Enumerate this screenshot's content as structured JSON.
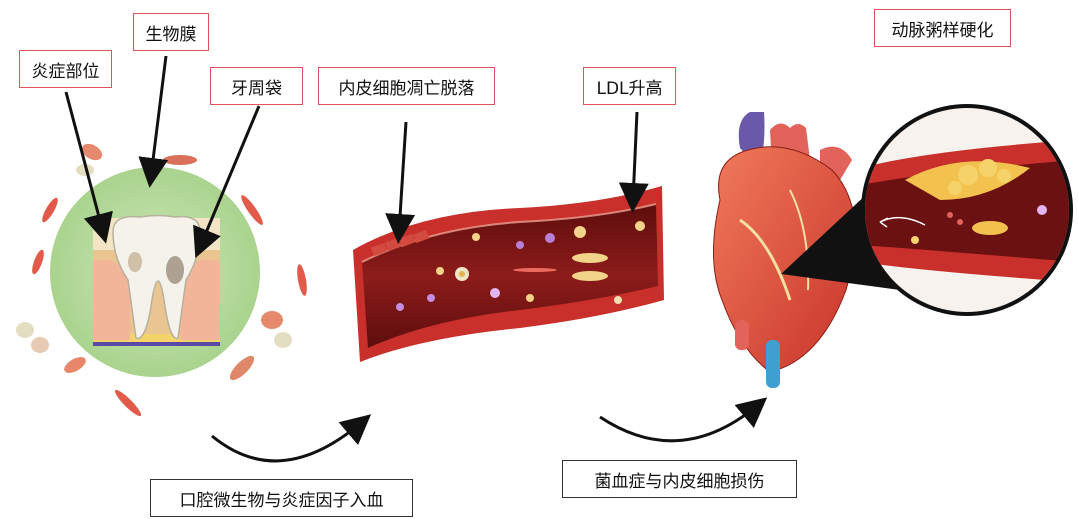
{
  "labels": {
    "inflammation_site": "炎症部位",
    "biofilm": "生物膜",
    "periodontal_pocket": "牙周袋",
    "endothelial_shedding": "内皮细胞凋亡脱落",
    "ldl_rise": "LDL升高",
    "atherosclerosis": "动脉粥样硬化"
  },
  "captions": {
    "step1": "口腔微生物与炎症因子入血",
    "step2": "菌血症与内皮细胞损伤"
  },
  "colors": {
    "label_border": "#e0535b",
    "caption_border": "#333333",
    "vessel_dark": "#7a1414",
    "vessel_wall": "#c9302c",
    "green_halo": "#b9dca0",
    "plaque": "#f2c14e"
  }
}
